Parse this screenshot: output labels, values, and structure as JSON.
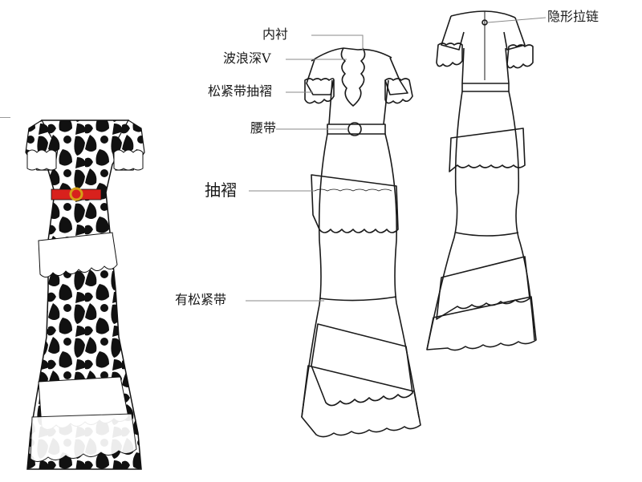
{
  "labels": {
    "lining": "内衬",
    "wave_v": "波浪深V",
    "elastic_ruched": "松紧带抽褶",
    "belt": "腰带",
    "ruffle": "抽褶",
    "has_elastic": "有松紧带",
    "invisible_zip": "隐形拉链"
  },
  "colors": {
    "line": "#1a1a1a",
    "leader": "#8a8a8a",
    "belt": "#d8211d",
    "buckle": "#d4a017",
    "print_dark": "#111111",
    "paper": "#ffffff"
  }
}
